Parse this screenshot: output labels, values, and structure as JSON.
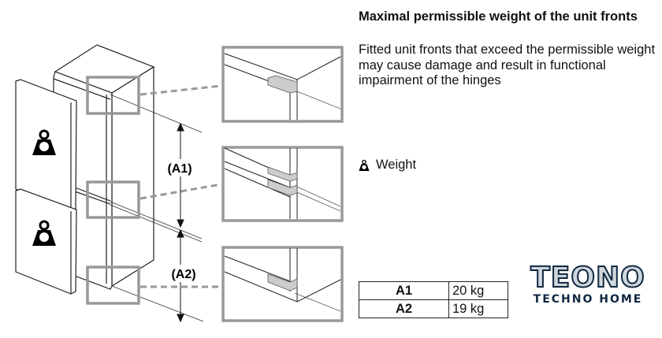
{
  "heading": "Maximal permissible weight of the unit fronts",
  "description": "Fitted unit fronts that exceed the permissible weight may cause damage and result in functional impairment of the hinges",
  "legend": {
    "icon": "weight-icon",
    "label": "Weight"
  },
  "diagram": {
    "label_a1": "(A1)",
    "label_a2": "(A2)"
  },
  "table": [
    {
      "key": "A1",
      "value": "20 kg"
    },
    {
      "key": "A2",
      "value": "19 kg"
    }
  ],
  "logo": {
    "brand": "TEONO",
    "tagline": "TECHNO HOME"
  }
}
